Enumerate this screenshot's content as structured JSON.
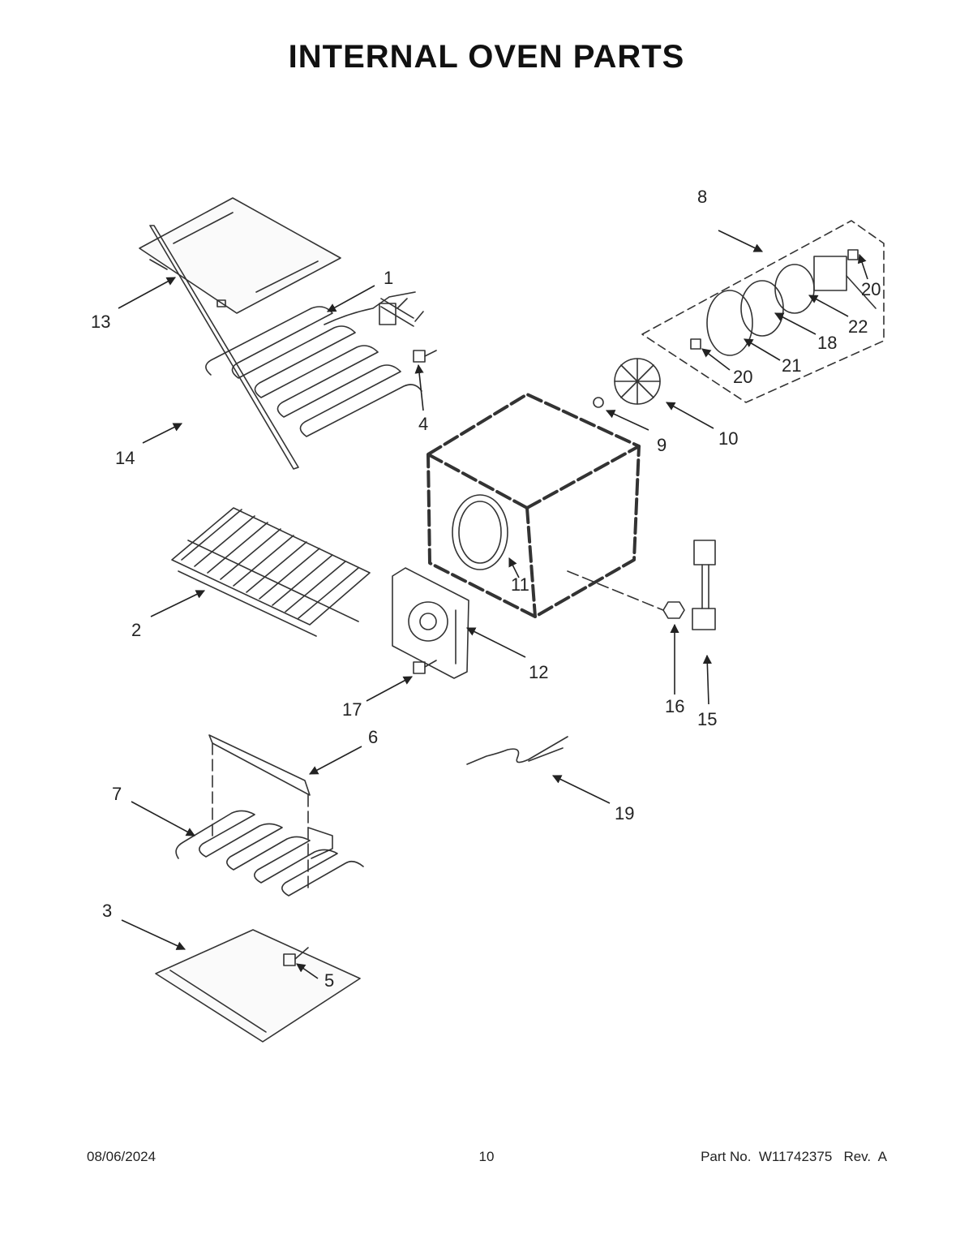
{
  "title": "INTERNAL OVEN PARTS",
  "callouts": {
    "c1": "1",
    "c2": "2",
    "c3": "3",
    "c4": "4",
    "c5": "5",
    "c6": "6",
    "c7": "7",
    "c8": "8",
    "c9": "9",
    "c10": "10",
    "c11": "11",
    "c12": "12",
    "c13": "13",
    "c14": "14",
    "c15": "15",
    "c16": "16",
    "c17": "17",
    "c18": "18",
    "c19": "19",
    "c20a": "20",
    "c20b": "20",
    "c21": "21",
    "c22": "22"
  },
  "footer": {
    "date": "08/06/2024",
    "page": "10",
    "part": "Part No.  W11742375   Rev.  A"
  }
}
